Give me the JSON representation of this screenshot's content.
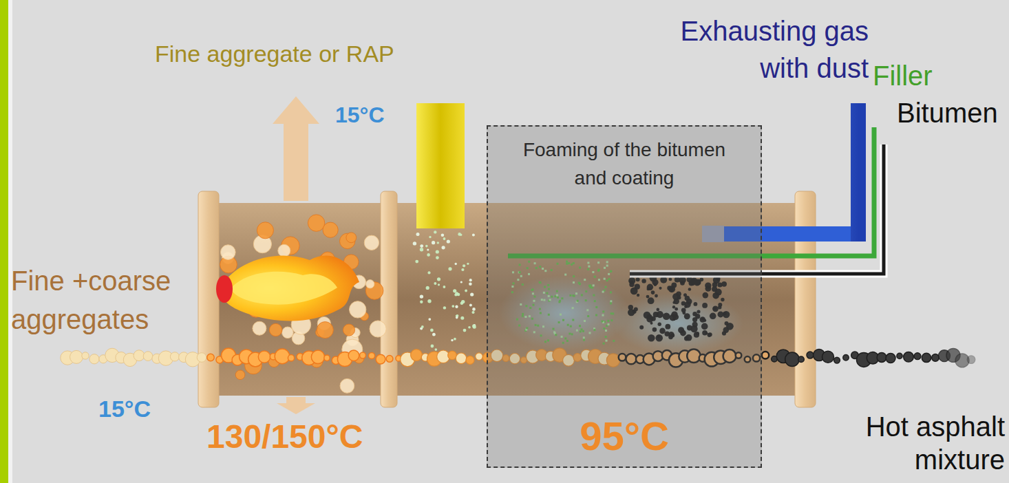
{
  "diagram": {
    "nodes": [
      {
        "text": [
          "Foaming of the bitumen and coating",
          "95°C"
        ]
      }
    ],
    "labels": [
      "Fine aggregate or RAP",
      "15°C",
      "Exhausting gas with dust",
      "Filler",
      "Bitumen",
      "Fine +coarse aggregates",
      "15°C",
      "130/150°C",
      "Hot asphalt mixture"
    ]
  }
}
